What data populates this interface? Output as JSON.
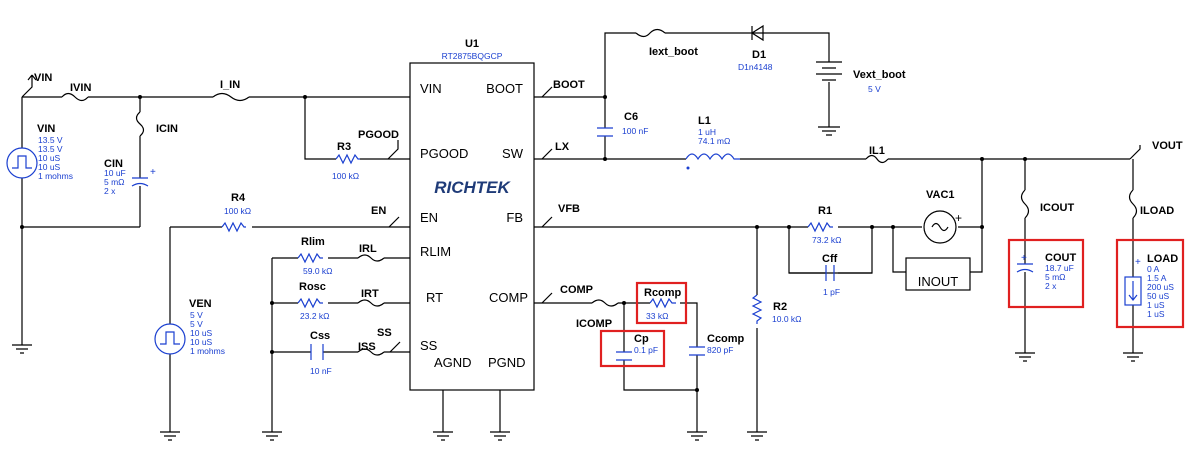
{
  "ic": {
    "ref": "U1",
    "part": "RT2875BQGCP",
    "logo": "RICHTEK",
    "pins_left": [
      "VIN",
      "PGOOD",
      "EN",
      "RLIM",
      "RT",
      "SS"
    ],
    "pins_right": [
      "BOOT",
      "SW",
      "FB",
      "COMP"
    ],
    "pins_bottom": [
      "AGND",
      "PGND"
    ]
  },
  "nets": {
    "vin": "VIN",
    "ivin": "IVIN",
    "i_in": "I_IN",
    "icin": "ICIN",
    "pgood": "PGOOD",
    "en": "EN",
    "irl": "IRL",
    "irt": "IRT",
    "iss": "ISS",
    "ss": "SS",
    "boot": "BOOT",
    "lx": "LX",
    "vfb": "VFB",
    "comp": "COMP",
    "icomp": "ICOMP",
    "iext_boot": "Iext_boot",
    "il1": "IL1",
    "vout": "VOUT",
    "icout": "ICOUT",
    "iload": "ILOAD"
  },
  "components": {
    "vin_src": {
      "name": "VIN",
      "values": [
        "13.5 V",
        "13.5 V",
        "10 uS",
        "10 uS",
        "1 mohms"
      ]
    },
    "cin": {
      "name": "CIN",
      "values": [
        "10 uF",
        "5 mΩ",
        "2 x"
      ]
    },
    "r3": {
      "name": "R3",
      "value": "100 kΩ"
    },
    "r4": {
      "name": "R4",
      "value": "100 kΩ"
    },
    "ven": {
      "name": "VEN",
      "values": [
        "5 V",
        "5 V",
        "10 uS",
        "10 uS",
        "1 mohms"
      ]
    },
    "rlim": {
      "name": "Rlim",
      "value": "59.0 kΩ"
    },
    "rosc": {
      "name": "Rosc",
      "value": "23.2 kΩ"
    },
    "css": {
      "name": "Css",
      "value": "10 nF"
    },
    "c6": {
      "name": "C6",
      "value": "100 nF"
    },
    "d1": {
      "name": "D1",
      "value": "D1n4148"
    },
    "vext": {
      "name": "Vext_boot",
      "value": "5 V"
    },
    "l1": {
      "name": "L1",
      "values": [
        "1 uH",
        "74.1 mΩ"
      ]
    },
    "rcomp": {
      "name": "Rcomp",
      "value": "33 kΩ"
    },
    "cp": {
      "name": "Cp",
      "value": "0.1 pF"
    },
    "ccomp": {
      "name": "Ccomp",
      "value": "820 pF"
    },
    "r2": {
      "name": "R2",
      "value": "10.0 kΩ"
    },
    "r1": {
      "name": "R1",
      "value": "73.2 kΩ"
    },
    "cff": {
      "name": "Cff",
      "value": "1 pF"
    },
    "vac1": {
      "name": "VAC1"
    },
    "inout": {
      "name": "INOUT"
    },
    "cout": {
      "name": "COUT",
      "values": [
        "18.7 uF",
        "5 mΩ",
        "2 x"
      ]
    },
    "load": {
      "name": "LOAD",
      "values": [
        "0 A",
        "1.5 A",
        "200 uS",
        "50 uS",
        "1 uS",
        "1 uS"
      ]
    }
  },
  "highlight_color": "#e02020",
  "value_color": "#1a3fd0"
}
